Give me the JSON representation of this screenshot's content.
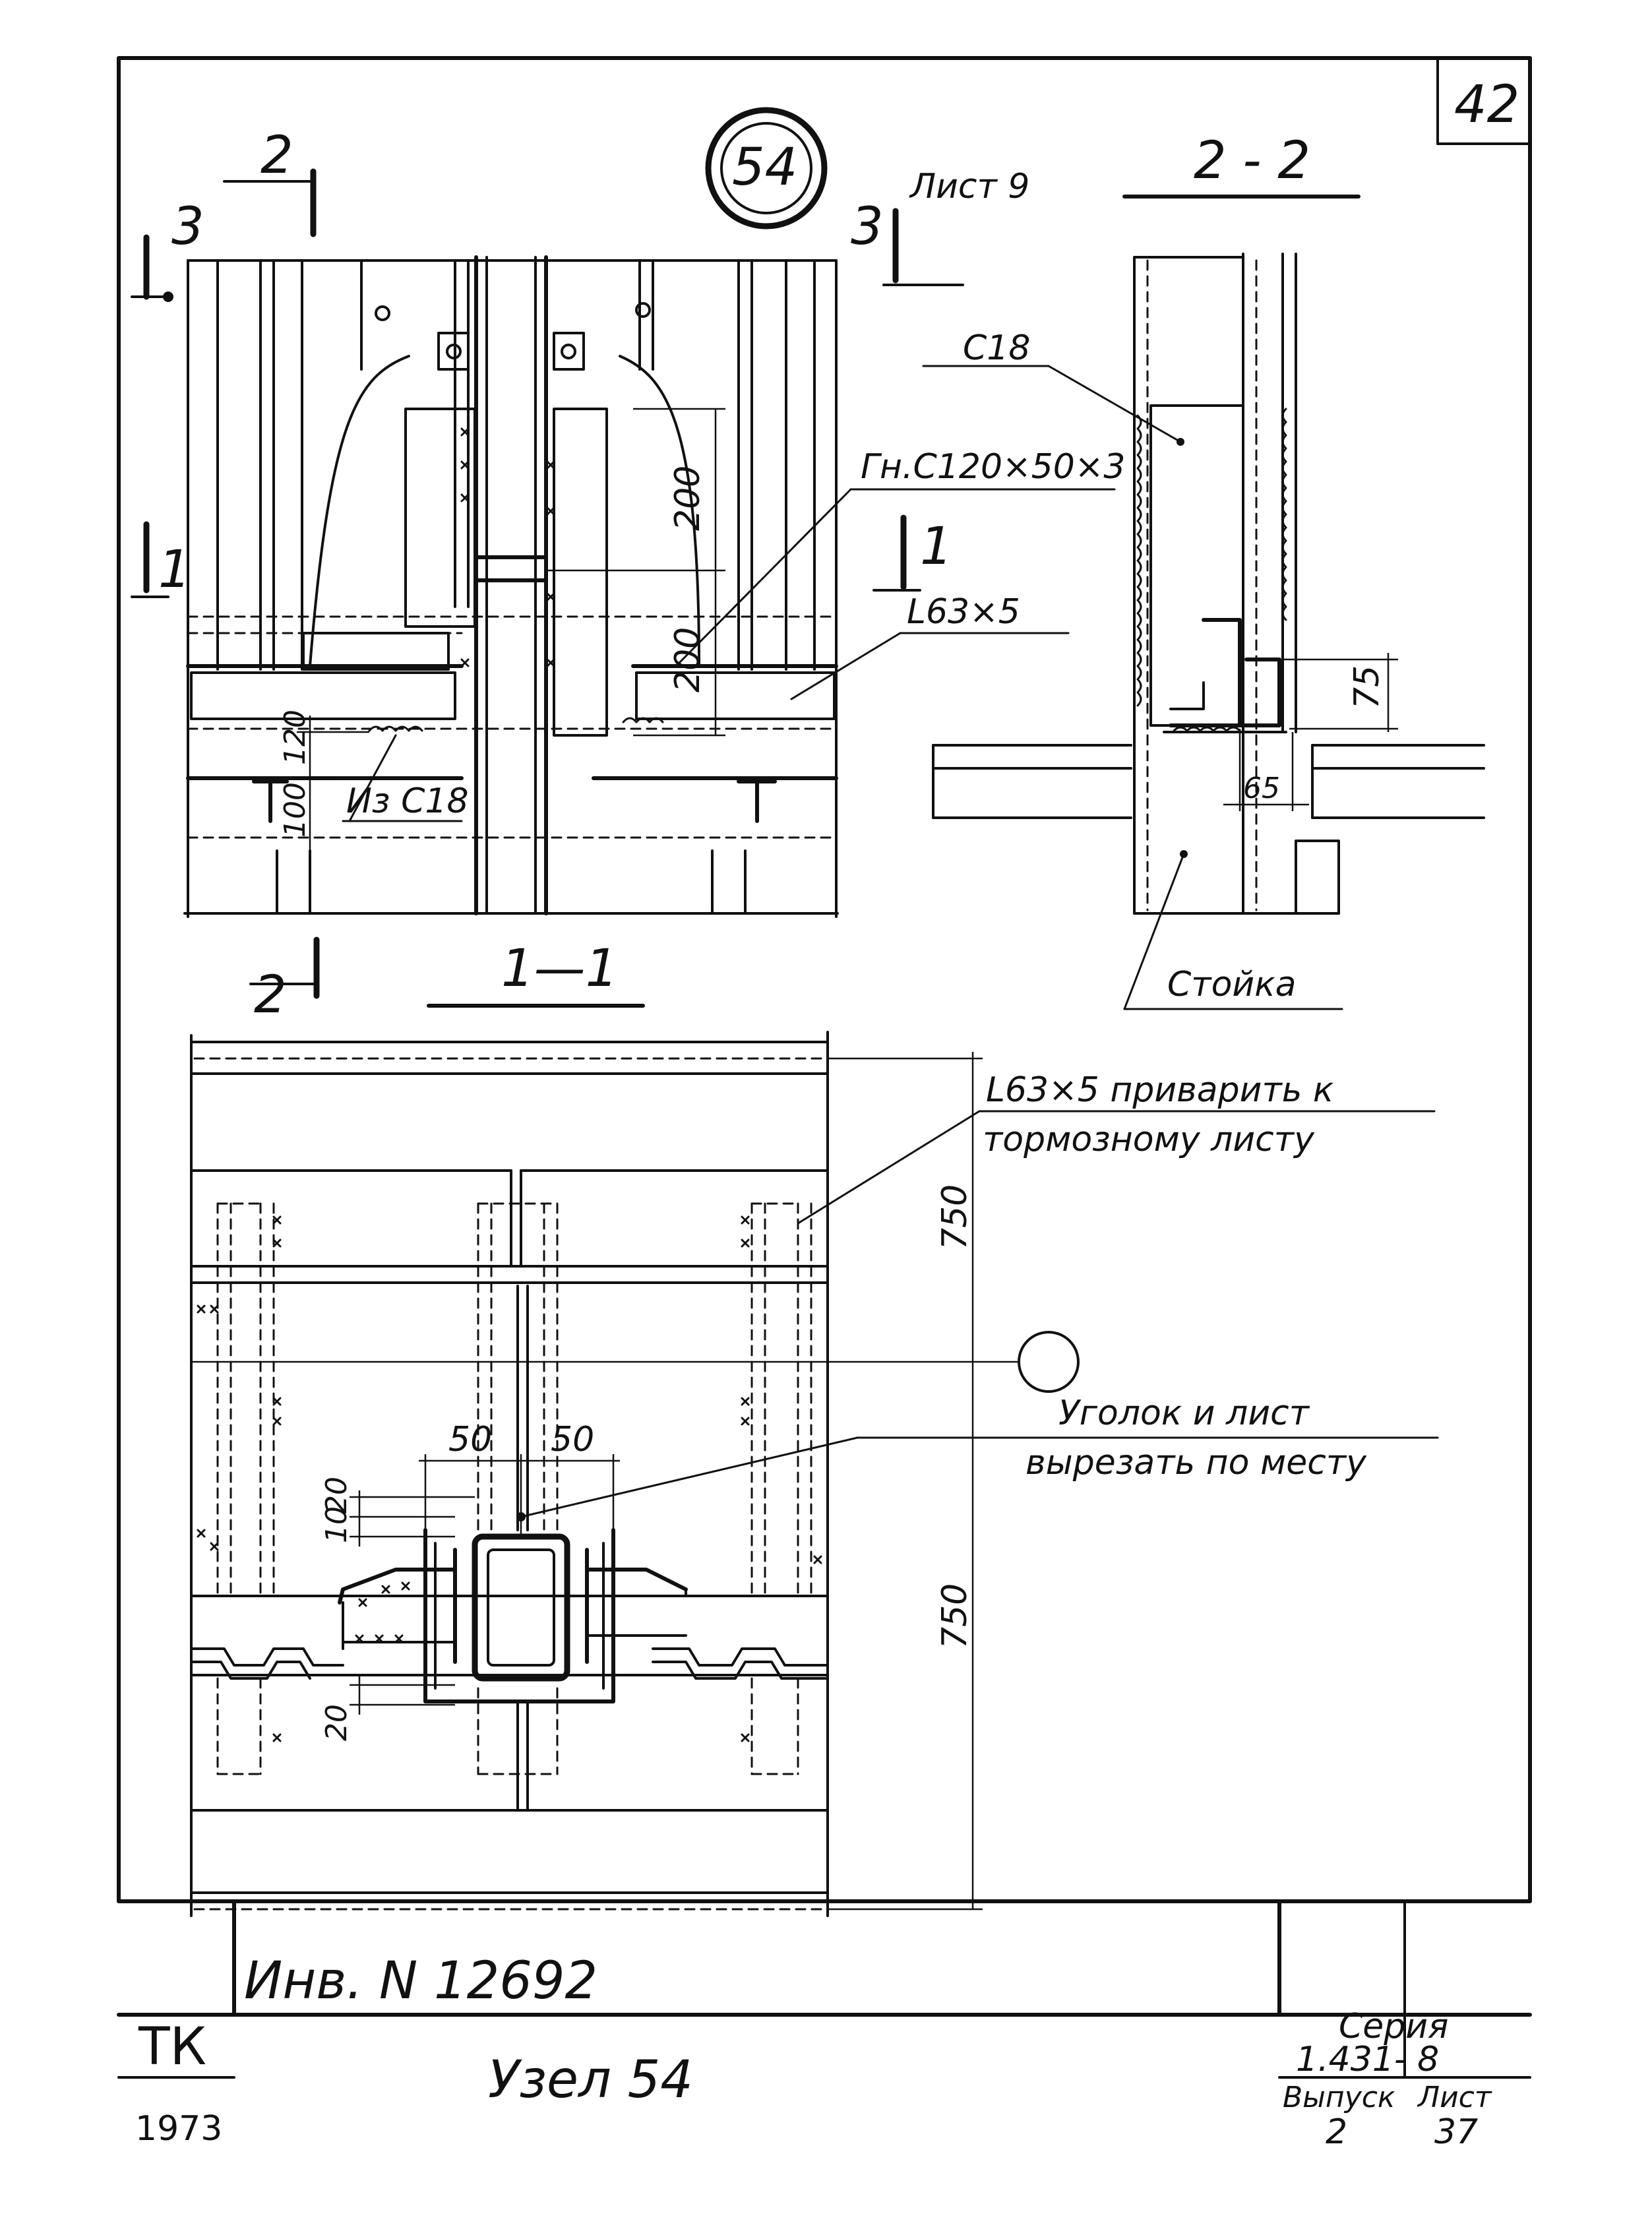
{
  "sheet": {
    "corner_number": "42",
    "node_marker": "54",
    "sheet_reference": "Лист 9",
    "section_marks": {
      "cut_2_top": "2",
      "cut_2_bottom": "2",
      "cut_3_left": "3",
      "cut_3_right": "3",
      "cut_1_left": "1",
      "cut_1_right": "1"
    }
  },
  "views": {
    "elevation": {
      "labels": {
        "bent_channel": "Гн.С120×50×3",
        "angle": "L63×5",
        "channel_piece": "Из С18"
      },
      "dimensions": {
        "upper": "200",
        "lower": "200",
        "plate_small": "120",
        "plate_depth": "100"
      }
    },
    "section_2_2": {
      "title": "2 - 2",
      "labels": {
        "channel": "С18",
        "post": "Стойка"
      },
      "dimensions": {
        "height": "75",
        "width": "65"
      }
    },
    "section_1_1": {
      "title": "1—1",
      "notes": {
        "weld_line1": "L63×5 приварить к",
        "weld_line2": "тормозному листу",
        "cut_line1": "Уголок и лист",
        "cut_line2": "вырезать по месту"
      },
      "dimensions": {
        "span_upper": "750",
        "span_lower": "750",
        "left_offset": "50",
        "right_offset": "50",
        "gap_20_top": "20",
        "gap_10": "10",
        "gap_20_bottom": "20"
      }
    }
  },
  "inventory": "Инв. N 12692",
  "title_block": {
    "org": "ТК",
    "year": "1973",
    "title": "Узел 54",
    "series_label": "Серия",
    "series_value": "1.431- 8",
    "issue_label": "Выпуск",
    "issue_value": "2",
    "sheet_label": "Лист",
    "sheet_value": "37"
  }
}
